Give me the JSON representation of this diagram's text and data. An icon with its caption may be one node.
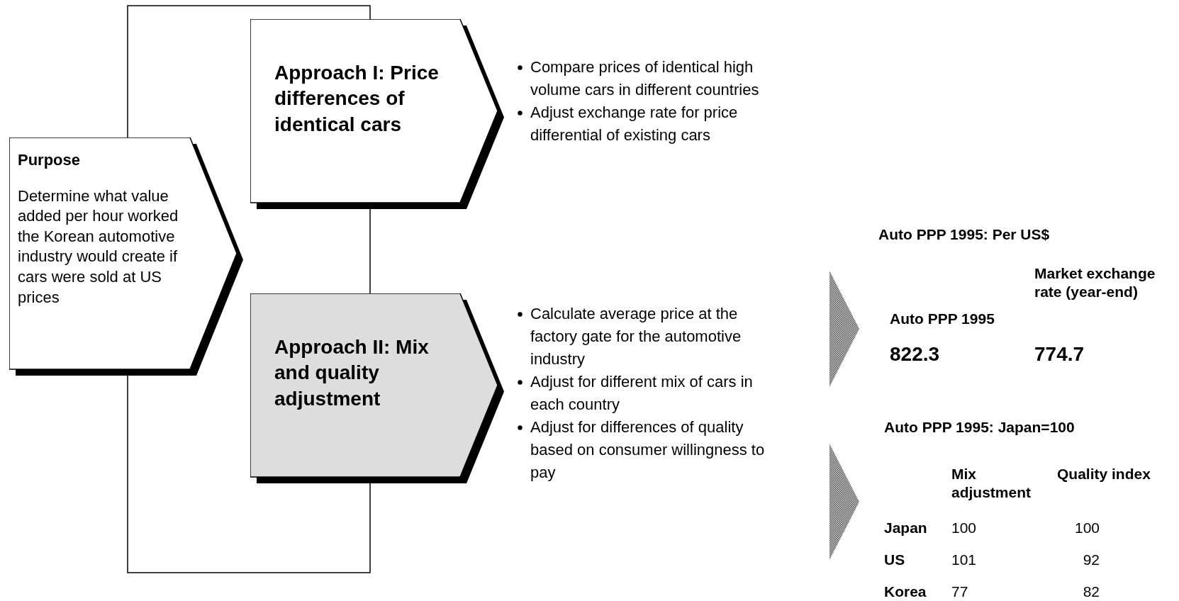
{
  "diagram": {
    "nodes": [
      {
        "text": [
          "Purpose",
          "Determine what value added per hour worked the Korean automotive industry would create if cars were sold at US prices"
        ]
      },
      {
        "text": [
          "Approach I: Price differences of identical cars"
        ],
        "beside": [
          "Compare prices of identical high volume cars in different countries",
          "Adjust exchange rate for price differential of existing cars"
        ]
      },
      {
        "text": [
          "Approach II: Mix and quality adjustment"
        ],
        "beside": [
          "Calculate average price at the factory gate for the automotive industry",
          "Adjust for different mix of cars in each country",
          "Adjust for differences of quality based on consumer willingness to pay"
        ]
      }
    ],
    "edges": [
      {
        "from": 0,
        "to": 1,
        "arrow": "none"
      },
      {
        "from": 0,
        "to": 2,
        "arrow": "none"
      },
      {
        "from": 1,
        "to": 2,
        "arrow": "none"
      }
    ],
    "labels": [
      "Auto PPP 1995: Per US$",
      "Auto PPP 1995",
      "Market exchange rate (year-end)",
      "822.3",
      "774.7",
      "Auto PPP 1995: Japan=100",
      "Mix adjustment",
      "Quality index",
      "Japan",
      "100",
      "100",
      "US",
      "101",
      "92",
      "Korea",
      "77",
      "82"
    ]
  }
}
